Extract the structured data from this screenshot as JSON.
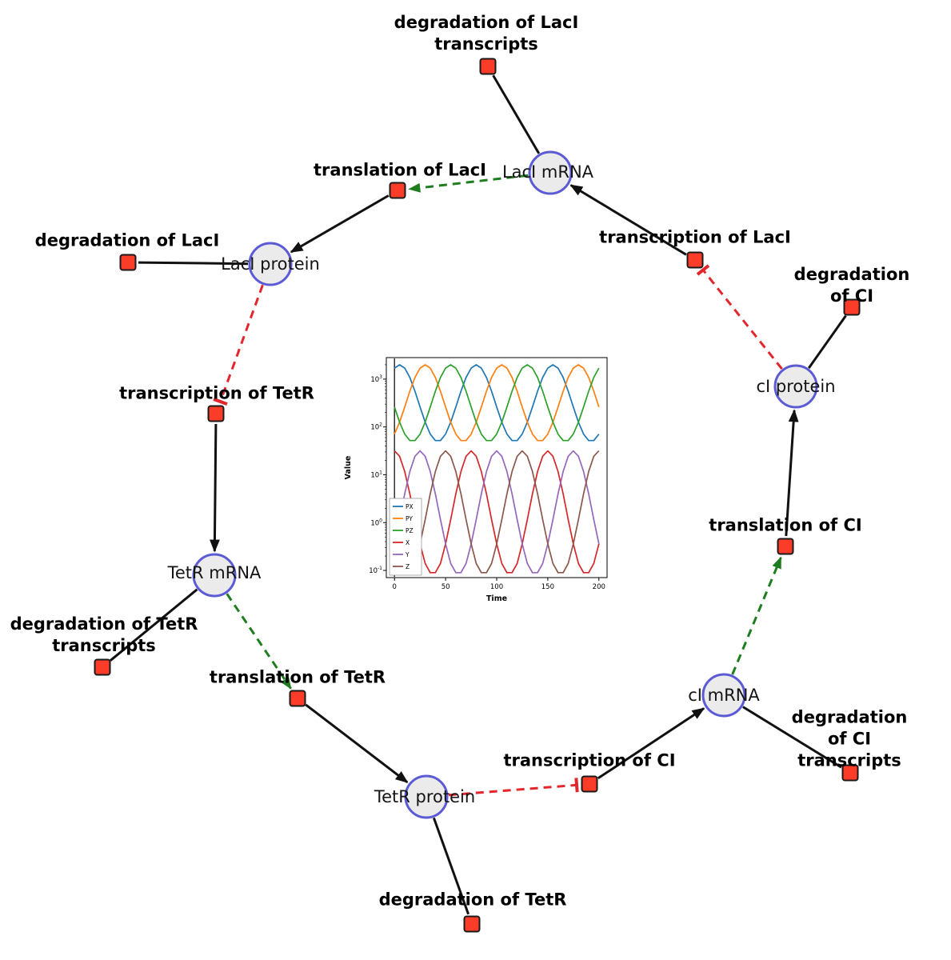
{
  "network": {
    "species_labels": {
      "laci_mrna": "LacI mRNA",
      "laci_protein": "LacI protein",
      "ci_protein": "cI protein",
      "tetr_mrna": "TetR mRNA",
      "ci_mrna": "cI mRNA",
      "tetr_protein": "TetR protein"
    },
    "reaction_labels": {
      "degradation_laci_transcripts": "degradation of LacI\ntranscripts",
      "translation_laci": "translation of LacI",
      "transcription_laci": "transcription of LacI",
      "degradation_laci": "degradation of LacI",
      "degradation_ci": "degradation of CI",
      "transcription_tetr": "transcription of TetR",
      "translation_ci": "translation of CI",
      "degradation_tetr_transcripts": "degradation of TetR\ntranscripts",
      "translation_tetr": "translation of TetR",
      "degradation_ci_transcripts": "degradation of CI\ntranscripts",
      "transcription_ci": "transcription of CI",
      "degradation_tetr": "degradation of TetR"
    },
    "edge_colors": {
      "reaction": "#111111",
      "modifier": "#1e7d1e",
      "inhibition": "#e3262b"
    },
    "node_colors": {
      "species_fill": "#ebebeb",
      "species_stroke": "#5b5bd6",
      "reaction_fill": "#fa3c28",
      "reaction_stroke": "#1a1a1a"
    }
  },
  "chart_data": {
    "type": "line",
    "title": "",
    "xlabel": "Time",
    "ylabel": "Value",
    "x_ticks": [
      0,
      50,
      100,
      150,
      200
    ],
    "y_scale": "log",
    "y_tick_exponents": [
      -1,
      0,
      1,
      2,
      3
    ],
    "xlim": [
      -8,
      208
    ],
    "ylim_log": [
      -1.15,
      3.45
    ],
    "grid": false,
    "legend_position": "lower left",
    "x": [
      0,
      5,
      10,
      15,
      20,
      25,
      30,
      35,
      40,
      45,
      50,
      55,
      60,
      65,
      70,
      75,
      80,
      85,
      90,
      95,
      100,
      105,
      110,
      115,
      120,
      125,
      130,
      135,
      140,
      145,
      150,
      155,
      160,
      165,
      170,
      175,
      180,
      185,
      190,
      195,
      200
    ],
    "series": [
      {
        "name": "PX",
        "color": "#1f77b4",
        "values": [
          1702,
          1995,
          1702,
          1084,
          558,
          261,
          126,
          71,
          52,
          52,
          71,
          126,
          261,
          558,
          1084,
          1702,
          1995,
          1702,
          1084,
          558,
          261,
          126,
          71,
          52,
          52,
          71,
          126,
          261,
          558,
          1084,
          1702,
          1995,
          1702,
          1084,
          558,
          261,
          126,
          71,
          52,
          52,
          71
        ]
      },
      {
        "name": "PY",
        "color": "#ff7f0e",
        "values": [
          71,
          126,
          261,
          558,
          1084,
          1702,
          1995,
          1702,
          1084,
          558,
          261,
          126,
          71,
          52,
          52,
          71,
          126,
          261,
          558,
          1084,
          1702,
          1995,
          1702,
          1084,
          558,
          261,
          126,
          71,
          52,
          52,
          71,
          126,
          261,
          558,
          1084,
          1702,
          1995,
          1702,
          1084,
          558,
          261
        ]
      },
      {
        "name": "PZ",
        "color": "#2ca02c",
        "values": [
          261,
          126,
          71,
          52,
          52,
          71,
          126,
          261,
          558,
          1084,
          1702,
          1995,
          1702,
          1084,
          558,
          261,
          126,
          71,
          52,
          52,
          71,
          126,
          261,
          558,
          1084,
          1702,
          1995,
          1702,
          1084,
          558,
          261,
          126,
          71,
          52,
          52,
          71,
          126,
          261,
          558,
          1084,
          1702
        ]
      },
      {
        "name": "X",
        "color": "#d62728",
        "values": [
          31.6,
          24.4,
          11.7,
          4.0,
          1.16,
          0.36,
          0.14,
          0.09,
          0.09,
          0.14,
          0.36,
          1.16,
          4.0,
          11.7,
          24.4,
          31.6,
          24.4,
          11.7,
          4.0,
          1.16,
          0.36,
          0.14,
          0.09,
          0.09,
          0.14,
          0.36,
          1.16,
          4.0,
          11.7,
          24.4,
          31.6,
          24.4,
          11.7,
          4.0,
          1.16,
          0.36,
          0.14,
          0.09,
          0.09,
          0.14,
          0.36
        ]
      },
      {
        "name": "Y",
        "color": "#9467bd",
        "values": [
          0.36,
          1.16,
          4.0,
          11.7,
          24.4,
          31.6,
          24.4,
          11.7,
          4.0,
          1.16,
          0.36,
          0.14,
          0.09,
          0.09,
          0.14,
          0.36,
          1.16,
          4.0,
          11.7,
          24.4,
          31.6,
          24.4,
          11.7,
          4.0,
          1.16,
          0.36,
          0.14,
          0.09,
          0.09,
          0.14,
          0.36,
          1.16,
          4.0,
          11.7,
          24.4,
          31.6,
          24.4,
          11.7,
          4.0,
          1.16,
          0.36
        ]
      },
      {
        "name": "Z",
        "color": "#8c564b",
        "values": [
          0.36,
          0.14,
          0.09,
          0.09,
          0.14,
          0.36,
          1.16,
          4.0,
          11.7,
          24.4,
          31.6,
          24.4,
          11.7,
          4.0,
          1.16,
          0.36,
          0.14,
          0.09,
          0.09,
          0.14,
          0.36,
          1.16,
          4.0,
          11.7,
          24.4,
          31.6,
          24.4,
          11.7,
          4.0,
          1.16,
          0.36,
          0.14,
          0.09,
          0.09,
          0.14,
          0.36,
          1.16,
          4.0,
          11.7,
          24.4,
          31.6
        ]
      }
    ],
    "annotations": [
      {
        "type": "vline",
        "x": 0,
        "color": "#222222"
      }
    ]
  }
}
